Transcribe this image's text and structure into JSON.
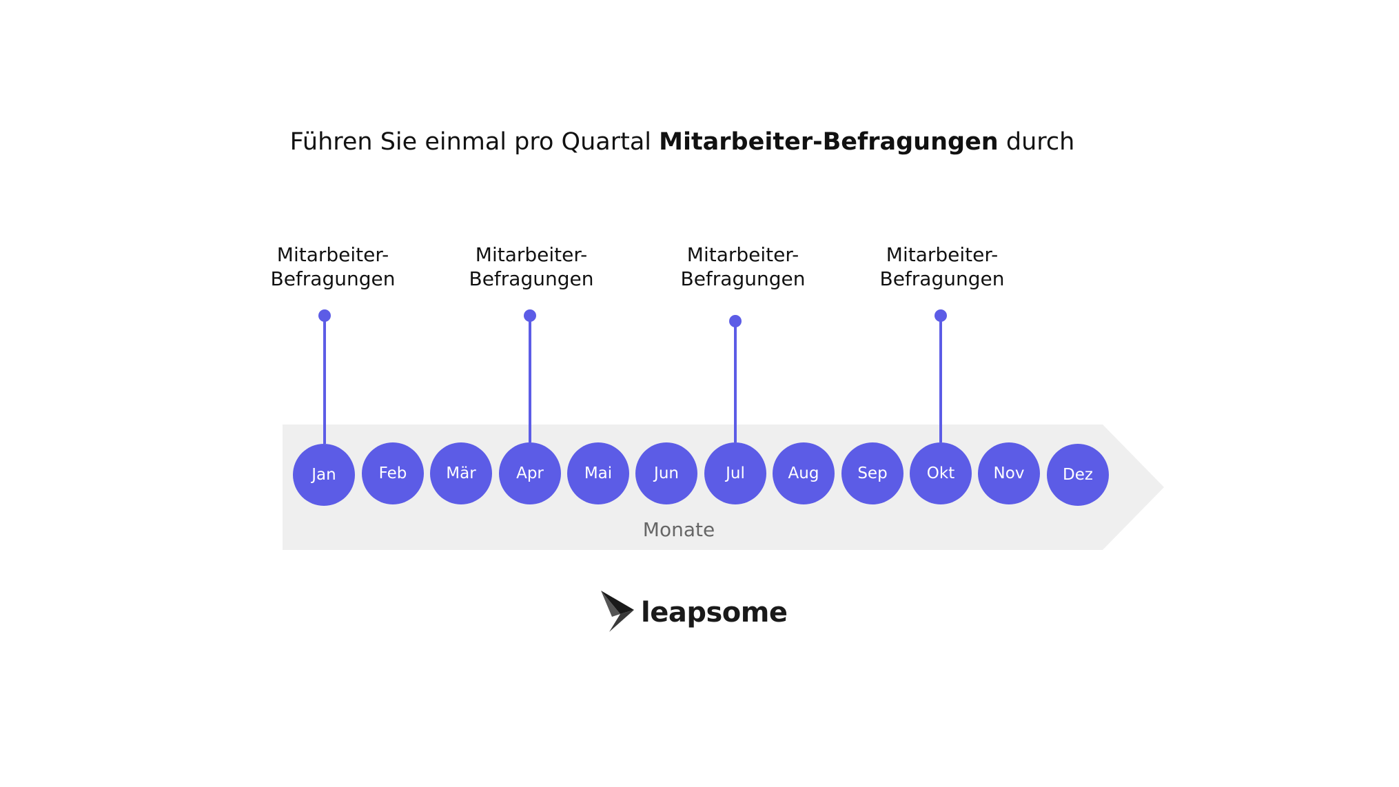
{
  "title": {
    "prefix": "Führen Sie einmal pro Quartal ",
    "bold": "Mitarbeiter-Befragungen",
    "suffix": " durch"
  },
  "axis_label": "Monate",
  "months": [
    "Jan",
    "Feb",
    "Mär",
    "Apr",
    "Mai",
    "Jun",
    "Jul",
    "Aug",
    "Sep",
    "Okt",
    "Nov",
    "Dez"
  ],
  "markers": [
    {
      "month": "Jan",
      "label_line1": "Mitarbeiter-",
      "label_line2": "Befragungen"
    },
    {
      "month": "Apr",
      "label_line1": "Mitarbeiter-",
      "label_line2": "Befragungen"
    },
    {
      "month": "Jul",
      "label_line1": "Mitarbeiter-",
      "label_line2": "Befragungen"
    },
    {
      "month": "Okt",
      "label_line1": "Mitarbeiter-",
      "label_line2": "Befragungen"
    }
  ],
  "logo": {
    "text": "leapsome",
    "icon": "leapsome-bird-icon"
  },
  "colors": {
    "accent": "#5c5ce6",
    "band": "#efefef",
    "axis_text": "#666666",
    "title_text": "#111111"
  }
}
